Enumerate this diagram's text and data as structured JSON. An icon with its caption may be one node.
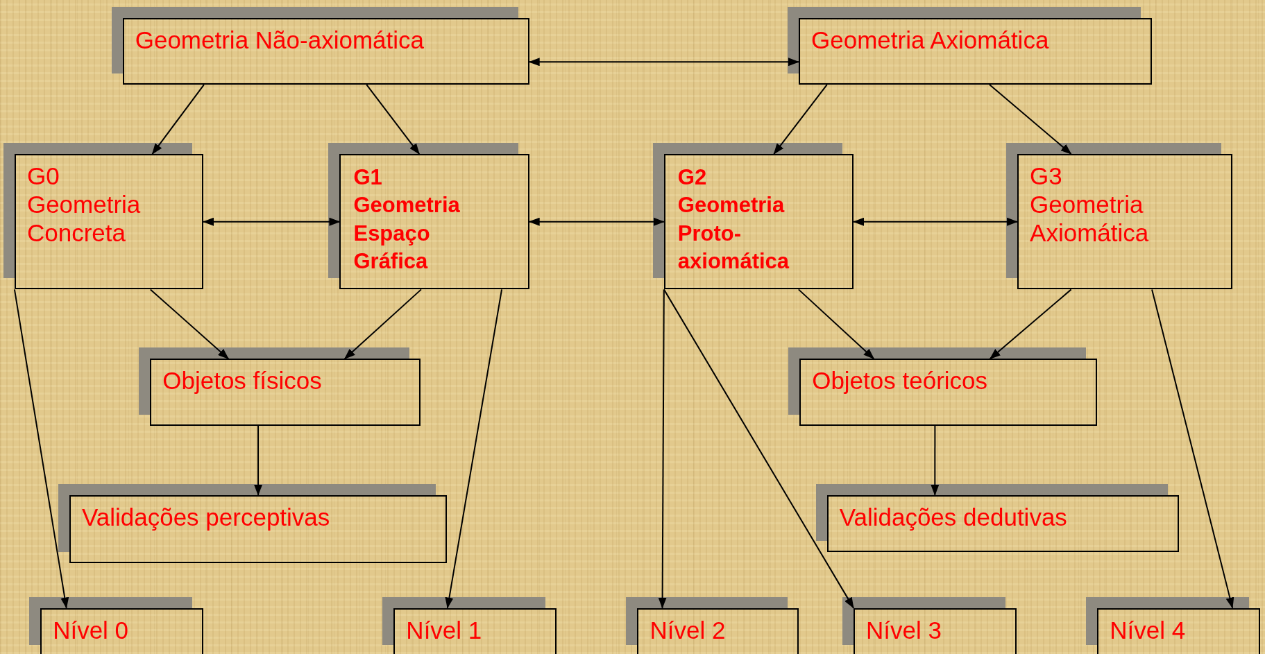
{
  "diagram": {
    "nodes": [
      {
        "text": [
          "Geometria Não-axiomática"
        ]
      },
      {
        "text": [
          "Geometria Axiomática"
        ]
      },
      {
        "text": [
          "G0",
          "Geometria Concreta"
        ]
      },
      {
        "text": [
          "G1",
          "Geometria Espaço Gráfica"
        ]
      },
      {
        "text": [
          "G2",
          "Geometria Proto-axiomática"
        ]
      },
      {
        "text": [
          "G3",
          "Geometria Axiomática"
        ]
      },
      {
        "text": [
          "Objetos físicos"
        ]
      },
      {
        "text": [
          "Objetos teóricos"
        ]
      },
      {
        "text": [
          "Validações perceptivas"
        ]
      },
      {
        "text": [
          "Validações dedutivas"
        ]
      },
      {
        "text": [
          "Nível 0"
        ]
      },
      {
        "text": [
          "Nível 1"
        ]
      },
      {
        "text": [
          "Nível 2"
        ]
      },
      {
        "text": [
          "Nível 3"
        ]
      },
      {
        "text": [
          "Nível 4"
        ]
      }
    ],
    "edges": [
      {
        "from": 0,
        "to": 1,
        "arrow": "both"
      },
      {
        "from": 0,
        "to": 2,
        "arrow": "to"
      },
      {
        "from": 0,
        "to": 3,
        "arrow": "to"
      },
      {
        "from": 1,
        "to": 4,
        "arrow": "to"
      },
      {
        "from": 1,
        "to": 5,
        "arrow": "to"
      },
      {
        "from": 2,
        "to": 3,
        "arrow": "both"
      },
      {
        "from": 3,
        "to": 4,
        "arrow": "both"
      },
      {
        "from": 4,
        "to": 5,
        "arrow": "both"
      },
      {
        "from": 2,
        "to": 6,
        "arrow": "to"
      },
      {
        "from": 3,
        "to": 6,
        "arrow": "to"
      },
      {
        "from": 4,
        "to": 7,
        "arrow": "to"
      },
      {
        "from": 5,
        "to": 7,
        "arrow": "to"
      },
      {
        "from": 6,
        "to": 8,
        "arrow": "to"
      },
      {
        "from": 7,
        "to": 9,
        "arrow": "to"
      },
      {
        "from": 2,
        "to": 10,
        "arrow": "to"
      },
      {
        "from": 3,
        "to": 11,
        "arrow": "to"
      },
      {
        "from": 4,
        "to": 12,
        "arrow": "to"
      },
      {
        "from": 4,
        "to": 13,
        "arrow": "to"
      },
      {
        "from": 5,
        "to": 14,
        "arrow": "to"
      }
    ]
  }
}
